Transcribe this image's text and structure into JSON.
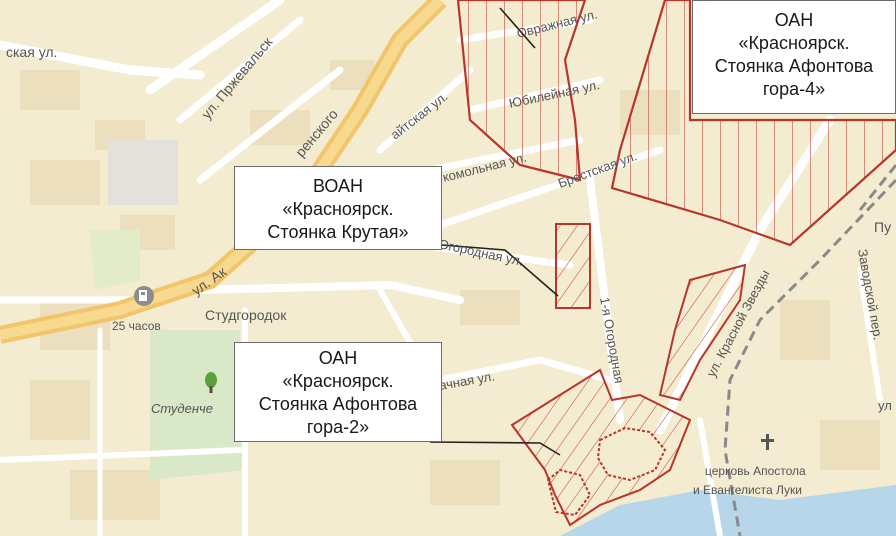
{
  "callouts": {
    "oan4": {
      "line1": "ОАН",
      "line2": "«Красноярск.",
      "line3": "Стоянка Афонтова",
      "line4": "гора-4»"
    },
    "voan": {
      "line1": "ВОАН",
      "line2": "«Красноярск.",
      "line3": "Стоянка Крутая»"
    },
    "oan2": {
      "line1": "ОАН",
      "line2": "«Красноярск.",
      "line3": "Стоянка Афонтова",
      "line4": "гора-2»"
    }
  },
  "streets": {
    "ska": "ская ул.",
    "przhevalsk": "ул. Пржевальск",
    "urensk": "ренского",
    "ovrazhnaya": "Овражная ул.",
    "yubileinaya": "Юбилейная ул.",
    "aitskaya": "айтская ул.",
    "komolnaya": "комольная ул.",
    "brestskaya": "Брестская ул.",
    "ogorodnaya": "Огородная ул.",
    "ul_ak": "ул. Ак",
    "pervaya_ogorodnaya": "1-я Огородная",
    "krasnoi_zvezdy": "ул. Красной Звезды",
    "zavodskoy": "Заводской пер.",
    "pu": "Пу",
    "ul_right": "ул",
    "achnaya": "ачная ул."
  },
  "places": {
    "studgorodok": "Студгородок",
    "studench": "Студенче",
    "hours": "25 часов",
    "church_line1": "церковь Апостола",
    "church_line2": "и Евангелиста Луки"
  },
  "colors": {
    "land": "#f4ecd0",
    "road": "#ffffff",
    "major_road": "#f3c56a",
    "arterial": "#f6d28a",
    "park": "#d9e8c7",
    "water": "#b7d6ea",
    "boundary": "#b8352a",
    "railway": "#8a8a8a"
  },
  "icons": [
    "fuel-icon",
    "tree-icon",
    "church-cross-icon"
  ]
}
